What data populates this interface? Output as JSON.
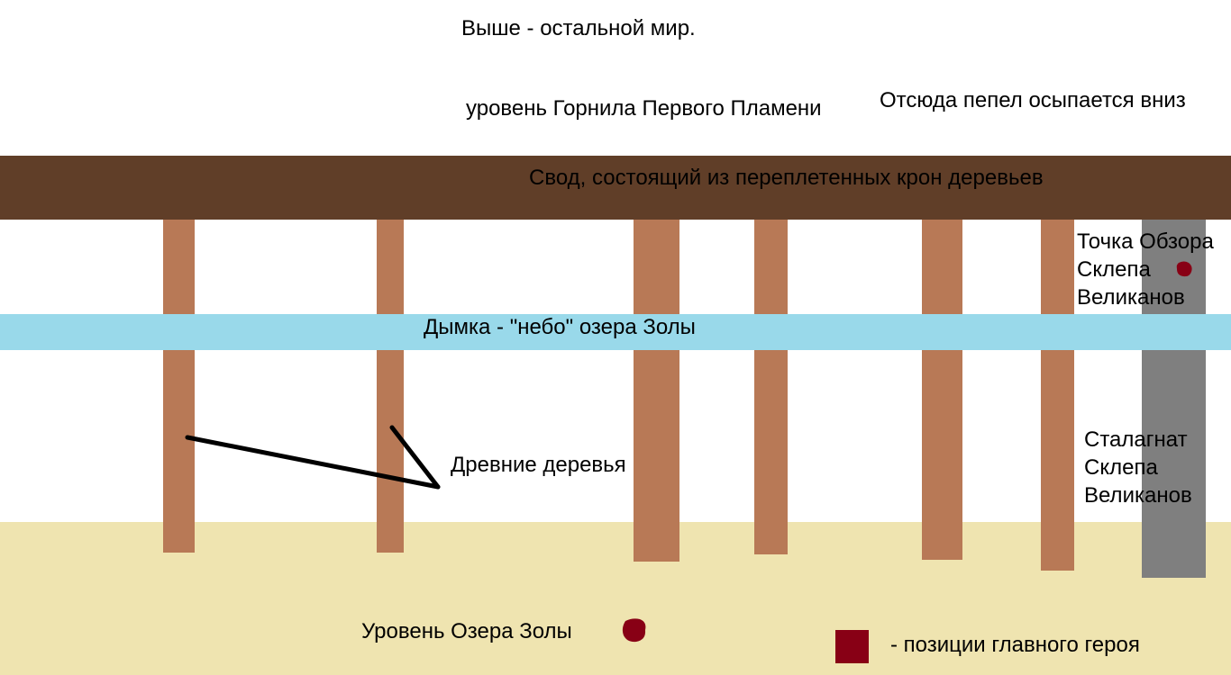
{
  "labels": {
    "world_above": "Выше - остальной мир.",
    "kiln_level": "уровень Горнила Первого Пламени",
    "ash_falls": "Отсюда пепел осыпается вниз",
    "canopy": "Свод, состоящий из переплетенных крон деревьев",
    "haze": "Дымка - \"небо\" озера Золы",
    "ancient_trees": "Древние деревья",
    "viewpoint": [
      "Точка Обзора",
      "Склепа",
      "Великанов"
    ],
    "stalagmite": [
      "Сталагнат",
      "Склепа",
      "Великанов"
    ],
    "lake_level": "Уровень Озера Золы",
    "legend": "- позиции главного героя"
  },
  "colors": {
    "background": "#ffffff",
    "canopy": "#603e28",
    "trunk": "#b87956",
    "haze": "#99d9ea",
    "ground": "#efe4b0",
    "stalagmite": "#7f7f7f",
    "hero_marker": "#880015",
    "line": "#000000"
  }
}
